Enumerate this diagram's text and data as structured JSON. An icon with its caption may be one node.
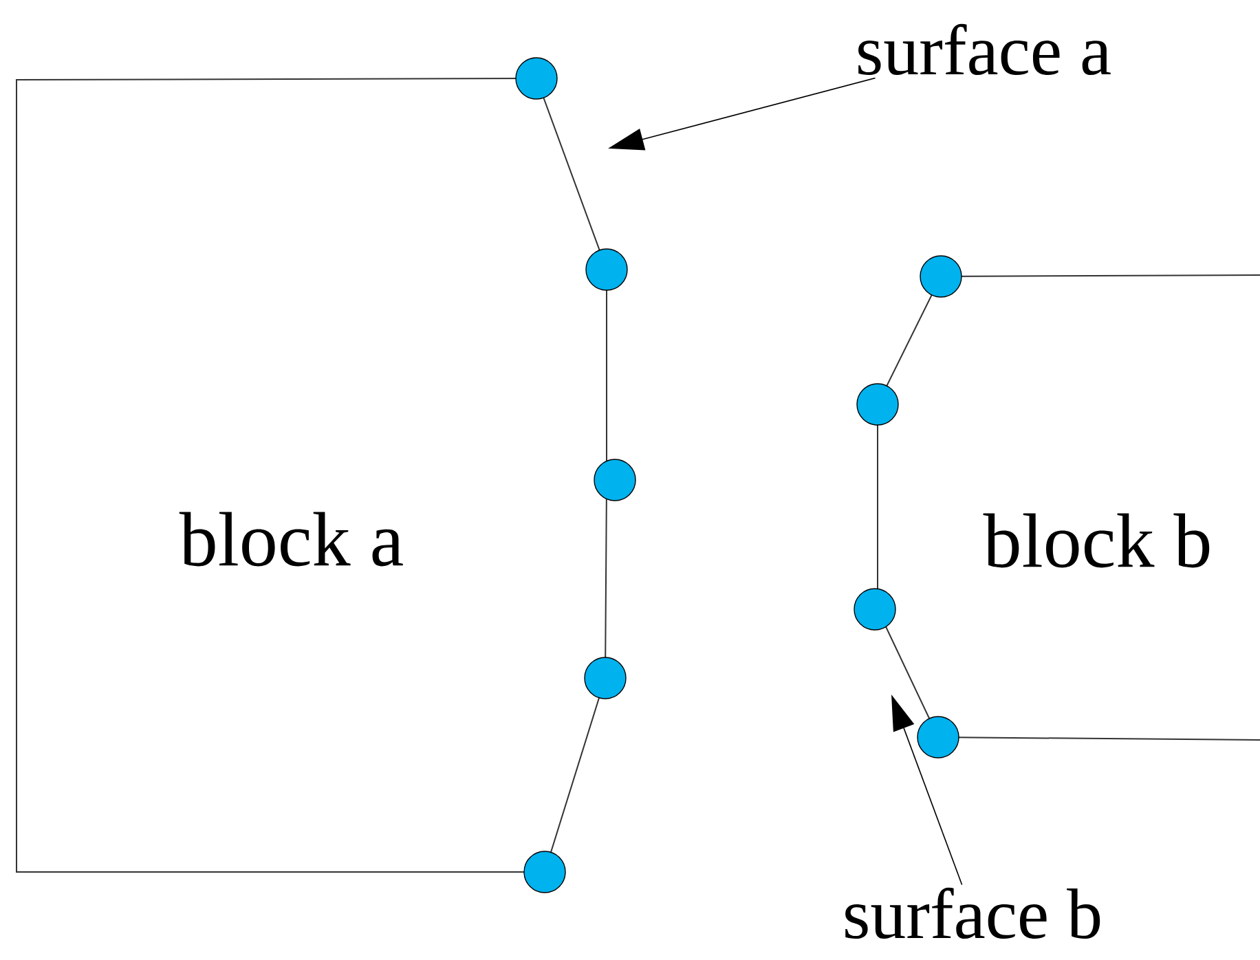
{
  "diagram": {
    "nodes": [
      {
        "text": [
          "block a"
        ]
      },
      {
        "text": [
          "block b"
        ]
      },
      {
        "text": [
          "surface a"
        ]
      },
      {
        "text": [
          "surface b"
        ]
      }
    ],
    "edges": [
      {
        "from": 2,
        "to": 0,
        "arrow": "to"
      },
      {
        "from": 3,
        "to": 1,
        "arrow": "to"
      }
    ]
  }
}
